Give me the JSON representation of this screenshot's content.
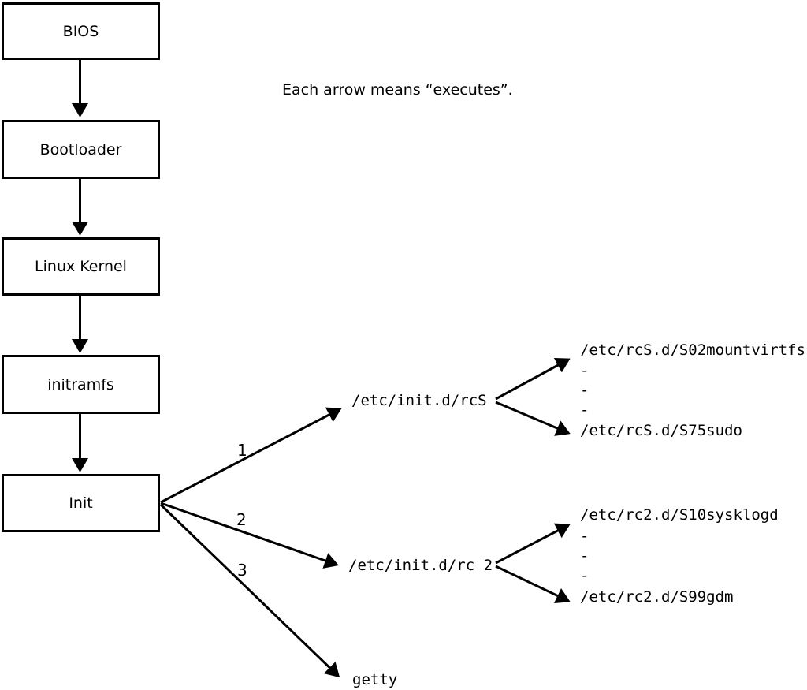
{
  "note": "Each arrow means “executes”.",
  "flow": {
    "boxes": [
      {
        "label": "BIOS"
      },
      {
        "label": "Bootloader"
      },
      {
        "label": "Linux Kernel"
      },
      {
        "label": "initramfs"
      },
      {
        "label": "Init"
      }
    ]
  },
  "branch_labels": [
    "1",
    "2",
    "3"
  ],
  "branches": {
    "rcS": {
      "label": "/etc/init.d/rcS",
      "children": [
        "/etc/rcS.d/S02mountvirtfs",
        "-",
        "-",
        "-",
        "/etc/rcS.d/S75sudo"
      ]
    },
    "rc2": {
      "label": "/etc/init.d/rc 2",
      "children": [
        "/etc/rc2.d/S10sysklogd",
        "-",
        "-",
        "-",
        "/etc/rc2.d/S99gdm"
      ]
    },
    "getty": {
      "label": "getty"
    }
  },
  "colors": {
    "line": "#000000",
    "background": "#ffffff"
  }
}
